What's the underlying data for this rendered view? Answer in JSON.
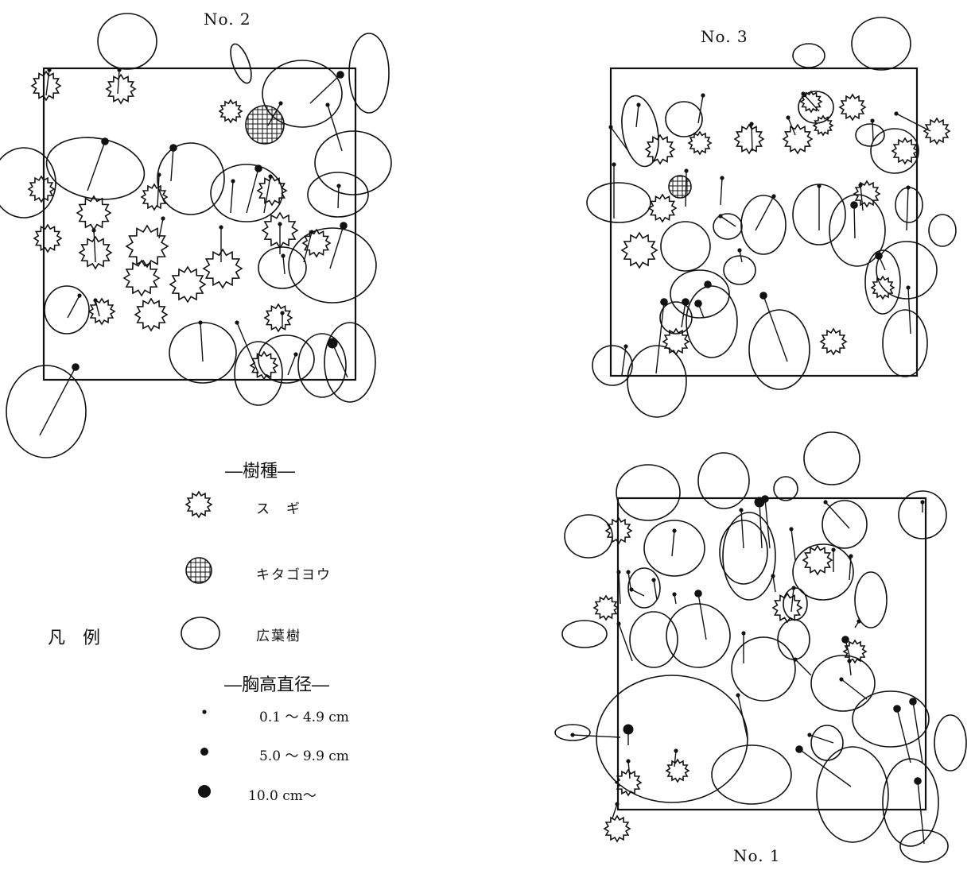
{
  "plots": [
    {
      "id": "No2",
      "label": "No. 2"
    },
    {
      "id": "No3",
      "label": "No. 3"
    },
    {
      "id": "No1",
      "label": "No. 1"
    }
  ],
  "legend": {
    "title": "凡　例",
    "species_header": "―樹種―",
    "species": [
      {
        "symbol": "star-icon",
        "label": "ス　ギ"
      },
      {
        "symbol": "hatched-circle-icon",
        "label": "キタゴヨウ"
      },
      {
        "symbol": "circle-icon",
        "label": "広葉樹"
      }
    ],
    "dbh_header": "―胸高直径―",
    "dbh_classes": [
      {
        "symbol": "small-dot-icon",
        "label": "0.1 ～ 4.9 cm"
      },
      {
        "symbol": "medium-dot-icon",
        "label": "5.0 ～ 9.9 cm"
      },
      {
        "symbol": "large-dot-icon",
        "label": "10.0 cm～"
      }
    ]
  }
}
